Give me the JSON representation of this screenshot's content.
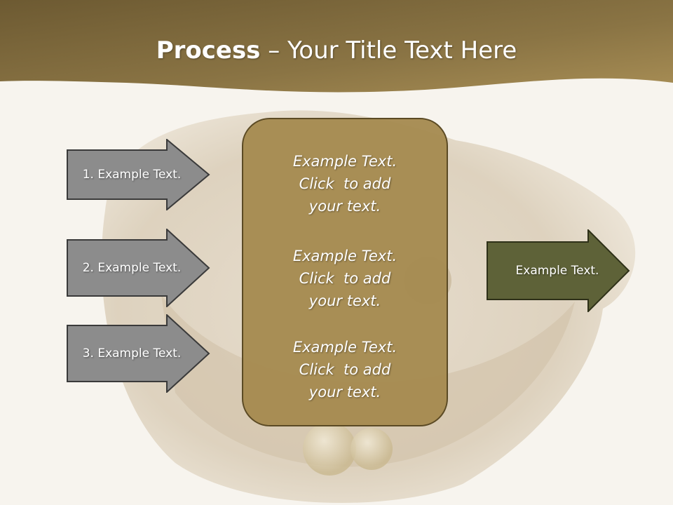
{
  "colors": {
    "header_brown": "#7e6a3f",
    "gray_arrow": "#8c8c8c",
    "center_box": "#a68a50",
    "output_arrow": "#5e6238",
    "background": "#f7f4ee"
  },
  "title": {
    "bold": "Process",
    "rest": " – Your Title Text Here"
  },
  "inputs": [
    {
      "label": "1. Example Text."
    },
    {
      "label": "2. Example Text."
    },
    {
      "label": "3. Example Text."
    }
  ],
  "center_items": [
    {
      "line1": "Example Text.",
      "line2": "Click  to add",
      "line3": "your text."
    },
    {
      "line1": "Example Text.",
      "line2": "Click  to add",
      "line3": "your text."
    },
    {
      "line1": "Example Text.",
      "line2": "Click  to add",
      "line3": "your text."
    }
  ],
  "output": {
    "label": "Example Text."
  }
}
